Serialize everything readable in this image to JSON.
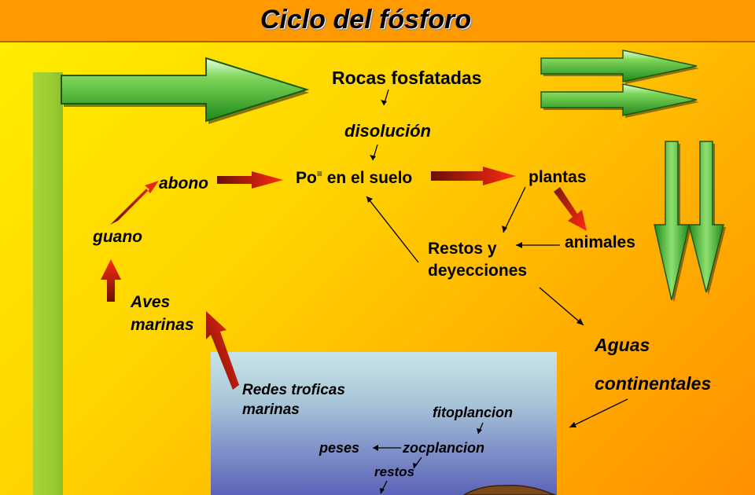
{
  "title": "Ciclo del fósforo",
  "nodes": {
    "rocas": "Rocas fosfatadas",
    "disolucion": "disolución",
    "po4_prefix": "Po",
    "po4_sup": "≡",
    "po4_suffix": " en el suelo",
    "plantas": "plantas",
    "animales": "animales",
    "restos_line1": "Restos y",
    "restos_line2": "deyecciones",
    "aguas_line1": "Aguas",
    "aguas_line2": "continentales",
    "abono": "abono",
    "guano": "guano",
    "aves_line1": "Aves",
    "aves_line2": "marinas",
    "redes_line1": "Redes troficas",
    "redes_line2": "marinas",
    "fitoplancion": "fitoplancion",
    "zocplancion": "zocplancion",
    "peses": "peses",
    "restos": "restos"
  },
  "colors": {
    "title_bar": "#ff9a00",
    "background": "#ffd400",
    "green_arrow": "#3fae2a",
    "red_arrow": "#e02010",
    "dark_red": "#7a1a10",
    "sea_top": "#c8e4e8",
    "sea_bottom": "#5c63b8"
  }
}
